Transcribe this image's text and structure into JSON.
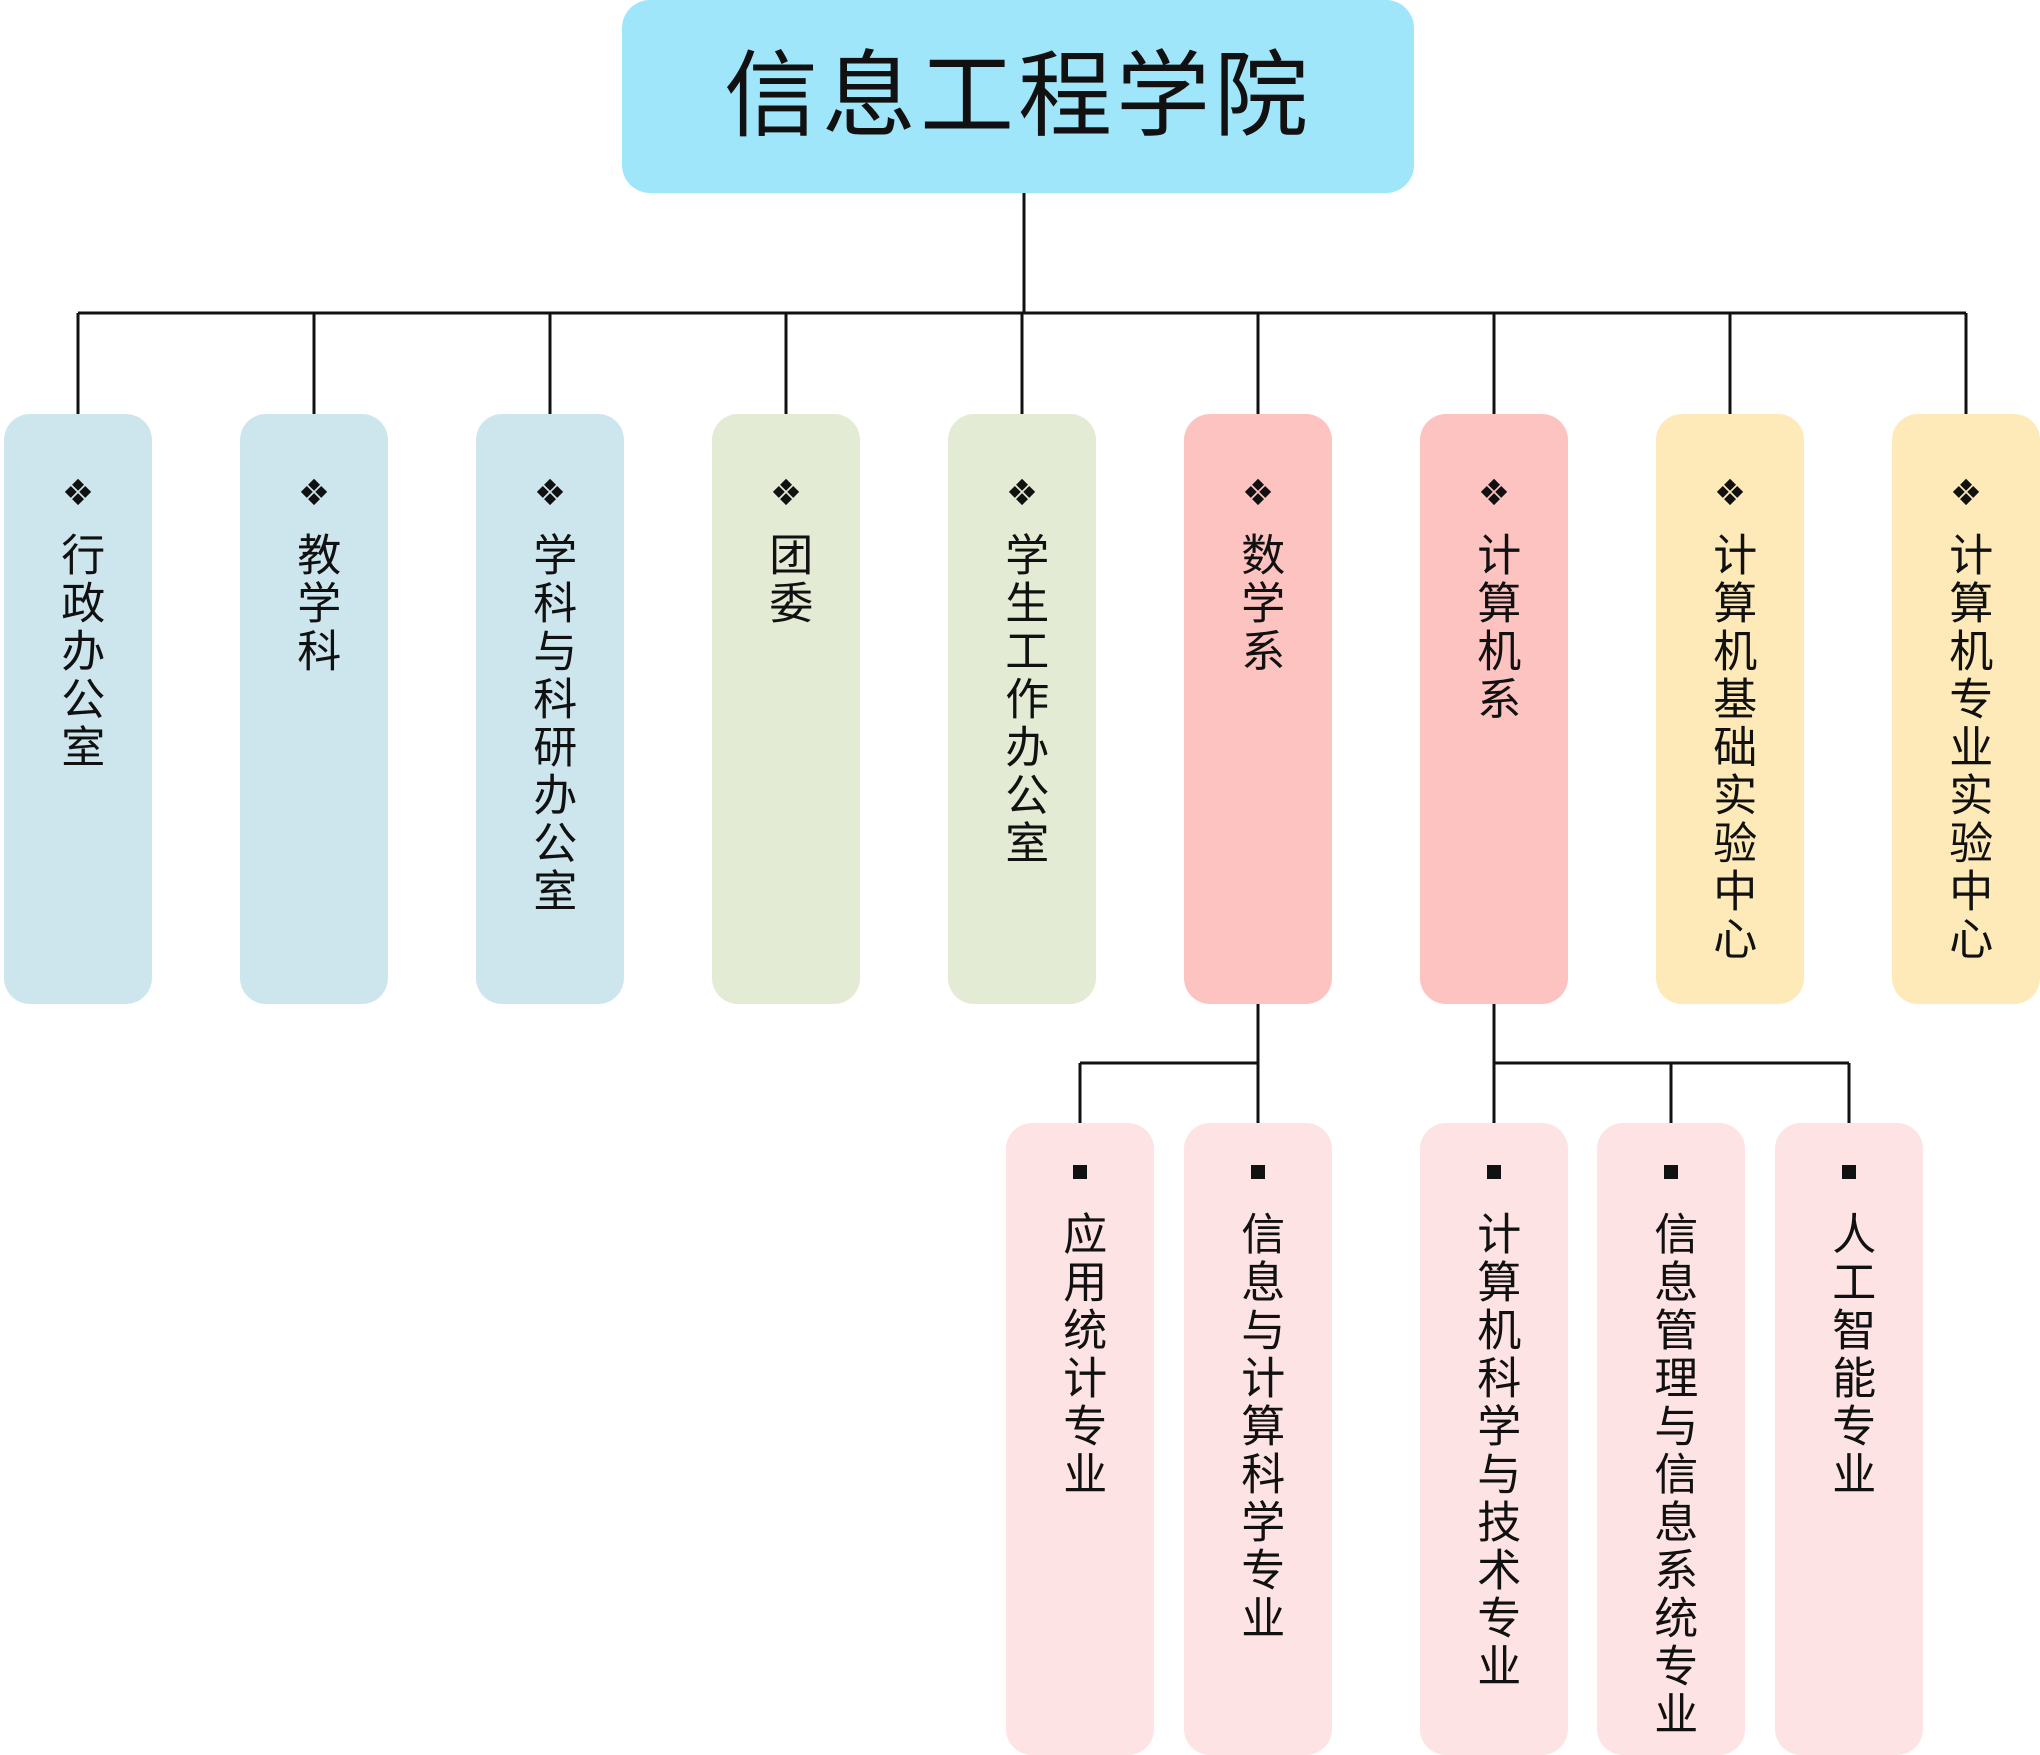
{
  "colors": {
    "line": "#111111",
    "root": "#a0e6fb",
    "blue": "#cde6ee",
    "green": "#e3ebd4",
    "red": "#fdc3c1",
    "yellow": "#fdeab8",
    "pink": "#fde3e3"
  },
  "bullets": {
    "level1": "❖",
    "level2": "■"
  },
  "root": {
    "title": "信息工程学院"
  },
  "departments": [
    {
      "label": "行政办公室",
      "color": "blue"
    },
    {
      "label": "教学科",
      "color": "blue"
    },
    {
      "label": "学科与科研办公室",
      "color": "blue"
    },
    {
      "label": "团委",
      "color": "green"
    },
    {
      "label": "学生工作办公室",
      "color": "green"
    },
    {
      "label": "数学系",
      "color": "red"
    },
    {
      "label": "计算机系",
      "color": "red"
    },
    {
      "label": "计算机基础实验中心",
      "color": "yellow"
    },
    {
      "label": "计算机专业实验中心",
      "color": "yellow"
    }
  ],
  "majors": [
    {
      "label": "应用统计专业",
      "parent": 5,
      "color": "pink"
    },
    {
      "label": "信息与计算科学专业",
      "parent": 5,
      "color": "pink"
    },
    {
      "label": "计算机科学与技术专业",
      "parent": 6,
      "color": "pink"
    },
    {
      "label": "信息管理与信息系统专业",
      "parent": 6,
      "color": "pink"
    },
    {
      "label": "人工智能专业",
      "parent": 6,
      "color": "pink"
    }
  ]
}
